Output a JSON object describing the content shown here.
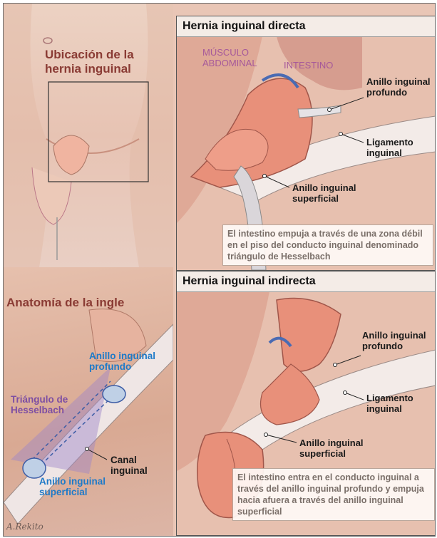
{
  "location": {
    "title": "Ubicación de la hernia inguinal"
  },
  "direct": {
    "title": "Hernia inguinal directa",
    "labels": {
      "muscle": "MÚSCULO ABDOMINAL",
      "intestine": "INTESTINO",
      "deep_ring": "Anillo inguinal profundo",
      "ligament": "Ligamento inguinal",
      "superficial_ring": "Anillo inguinal superficial"
    },
    "note": "El intestino empuja a través de una zona débil en el piso del conducto inguinal denominado triángulo de Hesselbach"
  },
  "anatomy": {
    "title": "Anatomía de la ingle",
    "labels": {
      "deep_ring": "Anillo inguinal profundo",
      "triangle": "Triángulo de Hesselbach",
      "canal": "Canal inguinal",
      "superficial_ring": "Anillo inguinal superficial"
    },
    "signature": "A.Rekito"
  },
  "indirect": {
    "title": "Hernia inguinal indirecta",
    "labels": {
      "deep_ring": "Anillo inguinal profundo",
      "ligament": "Ligamento inguinal",
      "superficial_ring": "Anillo inguinal superficial"
    },
    "note": "El intestino entra en el conducto inguinal a través del anillo inguinal profundo y empuja hacia afuera a través del anillo inguinal superficial"
  },
  "colors": {
    "title_red": "#8a3b34",
    "blue": "#1e7ac8",
    "purple": "#7d4ea3",
    "intestine": "#e8907a"
  }
}
